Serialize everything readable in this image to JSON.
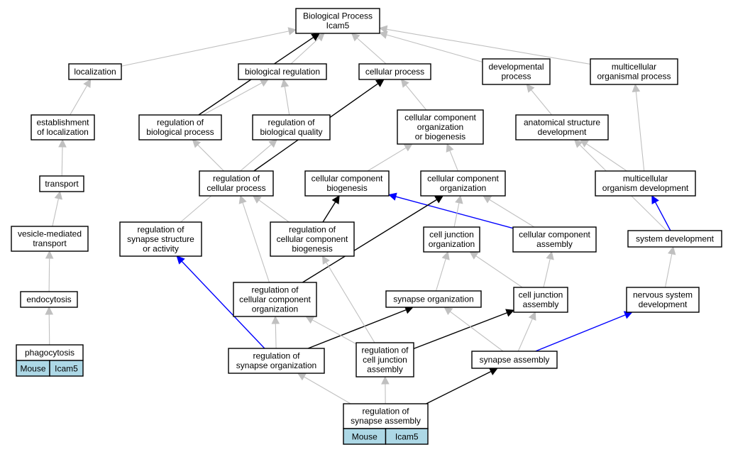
{
  "colors": {
    "gray_edge": "#c0c0c0",
    "black_edge": "#000000",
    "blue_edge": "#0000ff",
    "annotation_fill": "#add8e6"
  },
  "nodes": [
    {
      "id": "bp",
      "lines": [
        "Biological Process",
        "Icam5"
      ]
    },
    {
      "id": "localization",
      "lines": [
        "localization"
      ]
    },
    {
      "id": "bioreg",
      "lines": [
        "biological regulation"
      ]
    },
    {
      "id": "cellproc",
      "lines": [
        "cellular process"
      ]
    },
    {
      "id": "devproc",
      "lines": [
        "developmental",
        "process"
      ]
    },
    {
      "id": "multiproc",
      "lines": [
        "multicellular",
        "organismal process"
      ]
    },
    {
      "id": "estloc",
      "lines": [
        "establishment",
        "of localization"
      ]
    },
    {
      "id": "regbioproc",
      "lines": [
        "regulation of",
        "biological process"
      ]
    },
    {
      "id": "regbioqual",
      "lines": [
        "regulation of",
        "biological quality"
      ]
    },
    {
      "id": "ccob",
      "lines": [
        "cellular component",
        "organization",
        "or biogenesis"
      ]
    },
    {
      "id": "anatdev",
      "lines": [
        "anatomical structure",
        "development"
      ]
    },
    {
      "id": "transport",
      "lines": [
        "transport"
      ]
    },
    {
      "id": "regcellproc",
      "lines": [
        "regulation of",
        "cellular process"
      ]
    },
    {
      "id": "ccbio",
      "lines": [
        "cellular component",
        "biogenesis"
      ]
    },
    {
      "id": "ccorg",
      "lines": [
        "cellular component",
        "organization"
      ]
    },
    {
      "id": "multidev",
      "lines": [
        "multicellular",
        "organism development"
      ]
    },
    {
      "id": "vesicle",
      "lines": [
        "vesicle-mediated",
        "transport"
      ]
    },
    {
      "id": "regsynstruct",
      "lines": [
        "regulation of",
        "synapse structure",
        "or activity"
      ]
    },
    {
      "id": "regccbio",
      "lines": [
        "regulation of",
        "cellular component",
        "biogenesis"
      ]
    },
    {
      "id": "celljorg",
      "lines": [
        "cell junction",
        "organization"
      ]
    },
    {
      "id": "ccassembly",
      "lines": [
        "cellular component",
        "assembly"
      ]
    },
    {
      "id": "sysdev",
      "lines": [
        "system development"
      ]
    },
    {
      "id": "endocytosis",
      "lines": [
        "endocytosis"
      ]
    },
    {
      "id": "regccorg",
      "lines": [
        "regulation of",
        "cellular component",
        "organization"
      ]
    },
    {
      "id": "synorg",
      "lines": [
        "synapse organization"
      ]
    },
    {
      "id": "celljasm",
      "lines": [
        "cell junction",
        "assembly"
      ]
    },
    {
      "id": "nervdev",
      "lines": [
        "nervous system",
        "development"
      ]
    },
    {
      "id": "phago",
      "lines": [
        "phagocytosis"
      ],
      "tags": [
        "Mouse",
        "Icam5"
      ]
    },
    {
      "id": "regsynorg",
      "lines": [
        "regulation of",
        "synapse organization"
      ]
    },
    {
      "id": "regcelljasm",
      "lines": [
        "regulation of",
        "cell junction",
        "assembly"
      ]
    },
    {
      "id": "synasm",
      "lines": [
        "synapse assembly"
      ]
    },
    {
      "id": "regsynasm",
      "lines": [
        "regulation of",
        "synapse assembly"
      ],
      "tags": [
        "Mouse",
        "Icam5"
      ]
    }
  ],
  "edges": [
    {
      "from": "localization",
      "to": "bp",
      "color": "gray"
    },
    {
      "from": "bioreg",
      "to": "bp",
      "color": "gray"
    },
    {
      "from": "cellproc",
      "to": "bp",
      "color": "gray"
    },
    {
      "from": "devproc",
      "to": "bp",
      "color": "gray"
    },
    {
      "from": "multiproc",
      "to": "bp",
      "color": "gray"
    },
    {
      "from": "regbioproc",
      "to": "bp",
      "color": "black"
    },
    {
      "from": "estloc",
      "to": "localization",
      "color": "gray"
    },
    {
      "from": "regbioproc",
      "to": "bioreg",
      "color": "gray"
    },
    {
      "from": "regbioqual",
      "to": "bioreg",
      "color": "gray"
    },
    {
      "from": "transport",
      "to": "estloc",
      "color": "gray"
    },
    {
      "from": "vesicle",
      "to": "transport",
      "color": "gray"
    },
    {
      "from": "endocytosis",
      "to": "vesicle",
      "color": "gray"
    },
    {
      "from": "phago",
      "to": "endocytosis",
      "color": "gray"
    },
    {
      "from": "ccob",
      "to": "cellproc",
      "color": "gray"
    },
    {
      "from": "regcellproc",
      "to": "cellproc",
      "color": "black"
    },
    {
      "from": "anatdev",
      "to": "devproc",
      "color": "gray"
    },
    {
      "from": "multidev",
      "to": "multiproc",
      "color": "gray"
    },
    {
      "from": "multidev",
      "to": "anatdev",
      "color": "gray"
    },
    {
      "from": "sysdev",
      "to": "anatdev",
      "color": "gray"
    },
    {
      "from": "sysdev",
      "to": "multidev",
      "color": "blue"
    },
    {
      "from": "nervdev",
      "to": "sysdev",
      "color": "gray"
    },
    {
      "from": "regcellproc",
      "to": "regbioproc",
      "color": "gray"
    },
    {
      "from": "regsynstruct",
      "to": "regbioqual",
      "color": "gray"
    },
    {
      "from": "ccbio",
      "to": "ccob",
      "color": "gray"
    },
    {
      "from": "ccorg",
      "to": "ccob",
      "color": "gray"
    },
    {
      "from": "regccbio",
      "to": "ccbio",
      "color": "black"
    },
    {
      "from": "regccbio",
      "to": "regcellproc",
      "color": "gray"
    },
    {
      "from": "ccassembly",
      "to": "ccbio",
      "color": "blue"
    },
    {
      "from": "ccassembly",
      "to": "ccorg",
      "color": "gray"
    },
    {
      "from": "celljorg",
      "to": "ccorg",
      "color": "gray"
    },
    {
      "from": "regccorg",
      "to": "regcellproc",
      "color": "gray"
    },
    {
      "from": "regccorg",
      "to": "ccorg",
      "color": "black"
    },
    {
      "from": "synorg",
      "to": "celljorg",
      "color": "gray"
    },
    {
      "from": "celljasm",
      "to": "celljorg",
      "color": "gray"
    },
    {
      "from": "celljasm",
      "to": "ccassembly",
      "color": "gray"
    },
    {
      "from": "regsynorg",
      "to": "regsynstruct",
      "color": "blue"
    },
    {
      "from": "regsynorg",
      "to": "regccorg",
      "color": "gray"
    },
    {
      "from": "regsynorg",
      "to": "synorg",
      "color": "black"
    },
    {
      "from": "regcelljasm",
      "to": "regccbio",
      "color": "gray"
    },
    {
      "from": "regcelljasm",
      "to": "regccorg",
      "color": "gray"
    },
    {
      "from": "regcelljasm",
      "to": "celljasm",
      "color": "black"
    },
    {
      "from": "synasm",
      "to": "synorg",
      "color": "gray"
    },
    {
      "from": "synasm",
      "to": "celljasm",
      "color": "gray"
    },
    {
      "from": "synasm",
      "to": "nervdev",
      "color": "blue"
    },
    {
      "from": "regsynasm",
      "to": "regsynorg",
      "color": "gray"
    },
    {
      "from": "regsynasm",
      "to": "regcelljasm",
      "color": "gray"
    },
    {
      "from": "regsynasm",
      "to": "synasm",
      "color": "black"
    }
  ]
}
